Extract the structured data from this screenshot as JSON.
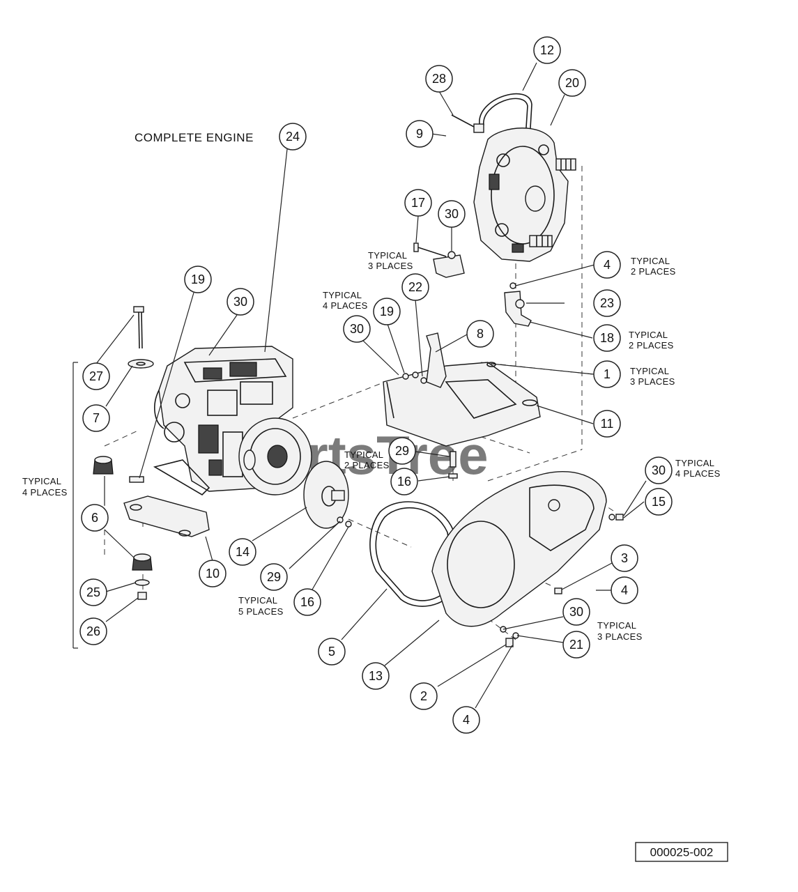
{
  "diagram": {
    "title": "COMPLETE ENGINE",
    "watermark": "PartsTree",
    "drawing_number": "000025-002",
    "notes": [
      {
        "id": "typ-3-places-a",
        "line1": "TYPICAL",
        "line2": "3 PLACES"
      },
      {
        "id": "typ-4-places-a",
        "line1": "TYPICAL",
        "line2": "4 PLACES"
      },
      {
        "id": "typ-2-places-a",
        "line1": "TYPICAL",
        "line2": "2 PLACES"
      },
      {
        "id": "typ-2-places-b",
        "line1": "TYPICAL",
        "line2": "2 PLACES"
      },
      {
        "id": "typ-3-places-b",
        "line1": "TYPICAL",
        "line2": "3 PLACES"
      },
      {
        "id": "typ-2-places-c",
        "line1": "TYPICAL",
        "line2": "2 PLACES"
      },
      {
        "id": "typ-4-places-b",
        "line1": "TYPICAL",
        "line2": "4 PLACES"
      },
      {
        "id": "typ-4-places-c",
        "line1": "TYPICAL",
        "line2": "4 PLACES"
      },
      {
        "id": "typ-5-places",
        "line1": "TYPICAL",
        "line2": "5 PLACES"
      },
      {
        "id": "typ-3-places-c",
        "line1": "TYPICAL",
        "line2": "3 PLACES"
      }
    ],
    "callouts": [
      "12",
      "28",
      "20",
      "9",
      "24",
      "17",
      "30",
      "4",
      "23",
      "22",
      "19",
      "8",
      "18",
      "1",
      "30",
      "11",
      "27",
      "19",
      "30",
      "7",
      "29",
      "16",
      "30",
      "15",
      "6",
      "3",
      "4",
      "14",
      "10",
      "29",
      "16",
      "30",
      "21",
      "25",
      "26",
      "5",
      "13",
      "2",
      "4"
    ]
  }
}
